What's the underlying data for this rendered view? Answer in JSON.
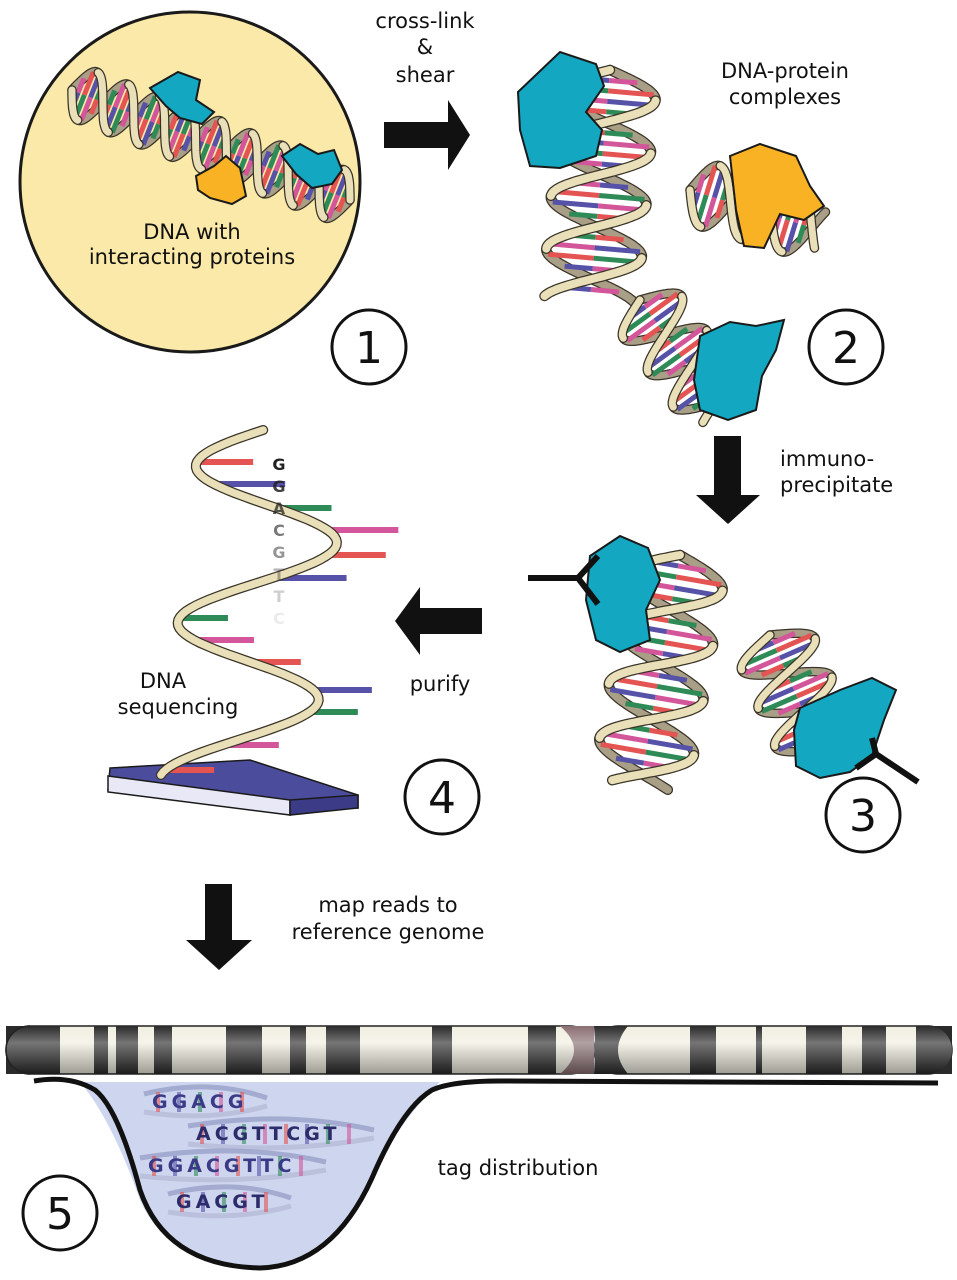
{
  "diagram": {
    "labels": {
      "step1_line1": "DNA with",
      "step1_line2": "interacting proteins",
      "crosslink_line1": "cross-link",
      "crosslink_line2": "&",
      "crosslink_line3": "shear",
      "step2_line1": "DNA-protein",
      "step2_line2": "complexes",
      "immuno_line1": "immuno-",
      "immuno_line2": "precipitate",
      "purify": "purify",
      "seq_line1": "DNA",
      "seq_line2": "sequencing",
      "map_line1": "map reads to",
      "map_line2": "reference genome",
      "tag_distribution": "tag distribution"
    },
    "steps": [
      "1",
      "2",
      "3",
      "4",
      "5"
    ],
    "sequence_letters": [
      "G",
      "G",
      "A",
      "C",
      "G",
      "T",
      "T",
      "C"
    ],
    "reads": [
      "GGACG",
      "ACGTTCGT",
      "GGACGTTC",
      "GACGT"
    ],
    "colors": {
      "circle_fill": "#fae9a8",
      "protein_blue": "#13a7c2",
      "protein_orange": "#f8b223",
      "backbone_front": "#e9dfb8",
      "backbone_back": "#a99e86",
      "base_red": "#e35452",
      "base_blue": "#5552a8",
      "base_green": "#2e8b57",
      "base_pink": "#d3559a",
      "slide_top": "#4c4c9c",
      "peak_fill": "#cdd6ee",
      "chromosome_dark": "#2b2b2b",
      "chromosome_light": "#f1efe0"
    }
  }
}
